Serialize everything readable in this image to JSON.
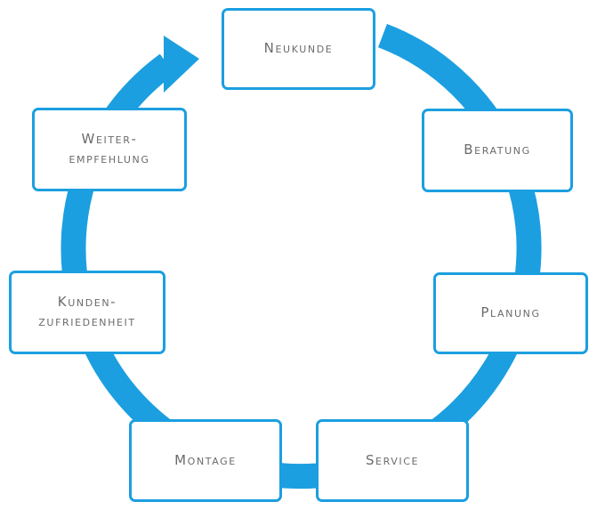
{
  "colors": {
    "ring": "#1b9fe0",
    "box_border": "#1b9fe0",
    "text": "#6b6b6b"
  },
  "nodes": [
    {
      "label": "Neukunde"
    },
    {
      "label": "Beratung"
    },
    {
      "label": "Planung"
    },
    {
      "label": "Service"
    },
    {
      "label": "Montage"
    },
    {
      "label": "Kunden-\nzufriedenheit"
    },
    {
      "label": "Weiter-\nempfehlung"
    }
  ]
}
